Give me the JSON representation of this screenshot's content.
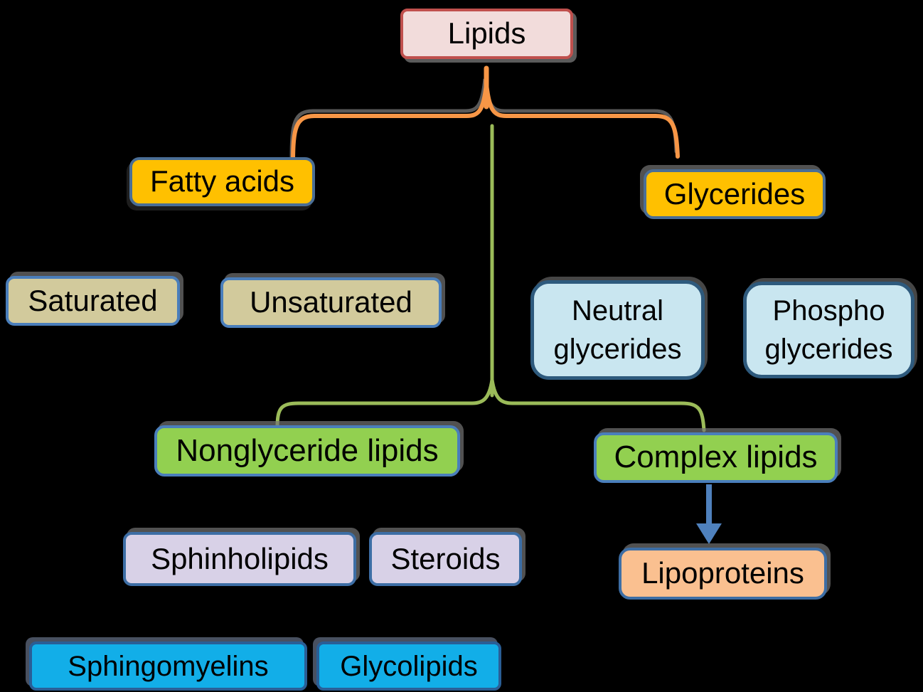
{
  "diagram": {
    "title": "Lipids classification flowchart",
    "background_color": "#000000",
    "text_color": "#000000",
    "nodes": {
      "lipids": {
        "label": "Lipids",
        "fill": "#f2dcdb",
        "border": "#c0504d"
      },
      "fatty_acids": {
        "label": "Fatty acids",
        "fill": "#ffc000",
        "border": "#4a6e96"
      },
      "glycerides": {
        "label": "Glycerides",
        "fill": "#ffc000",
        "border": "#4a6e96"
      },
      "saturated": {
        "label": "Saturated",
        "fill": "#d2ca9c",
        "border": "#4a7ebb"
      },
      "unsaturated": {
        "label": "Unsaturated",
        "fill": "#d2ca9c",
        "border": "#4a7ebb"
      },
      "neutral_glycerides": {
        "label": "Neutral glycerides",
        "fill": "#c9e6f0",
        "border": "#2e5a7d"
      },
      "phospho_glycerides": {
        "label": "Phospho glycerides",
        "fill": "#c9e6f0",
        "border": "#2e5a7d"
      },
      "nonglyceride_lipids": {
        "label": "Nonglyceride lipids",
        "fill": "#92d050",
        "border": "#4a7ebb"
      },
      "complex_lipids": {
        "label": "Complex lipids",
        "fill": "#92d050",
        "border": "#4a7ebb"
      },
      "sphinholipids": {
        "label": "Sphinholipids",
        "fill": "#d8d1e7",
        "border": "#3d6ea5"
      },
      "steroids": {
        "label": "Steroids",
        "fill": "#d8d1e7",
        "border": "#3d6ea5"
      },
      "lipoproteins": {
        "label": "Lipoproteins",
        "fill": "#fac090",
        "border": "#3d6ea5"
      },
      "sphingomyelins": {
        "label": "Sphingomyelins",
        "fill": "#12aee8",
        "border": "#2a5e96"
      },
      "glycolipids": {
        "label": "Glycolipids",
        "fill": "#12aee8",
        "border": "#2a5e96"
      }
    },
    "connectors": {
      "level1_brace": "#f79646",
      "level2_brace": "#9bbb59",
      "arrow": "#4f81bd",
      "shadow": "#6f6f6f"
    },
    "edges": [
      "Lipids -> Fatty acids",
      "Lipids -> Glycerides",
      "Lipids -> Nonglyceride lipids",
      "Lipids -> Complex lipids",
      "Complex lipids -> Lipoproteins"
    ]
  }
}
